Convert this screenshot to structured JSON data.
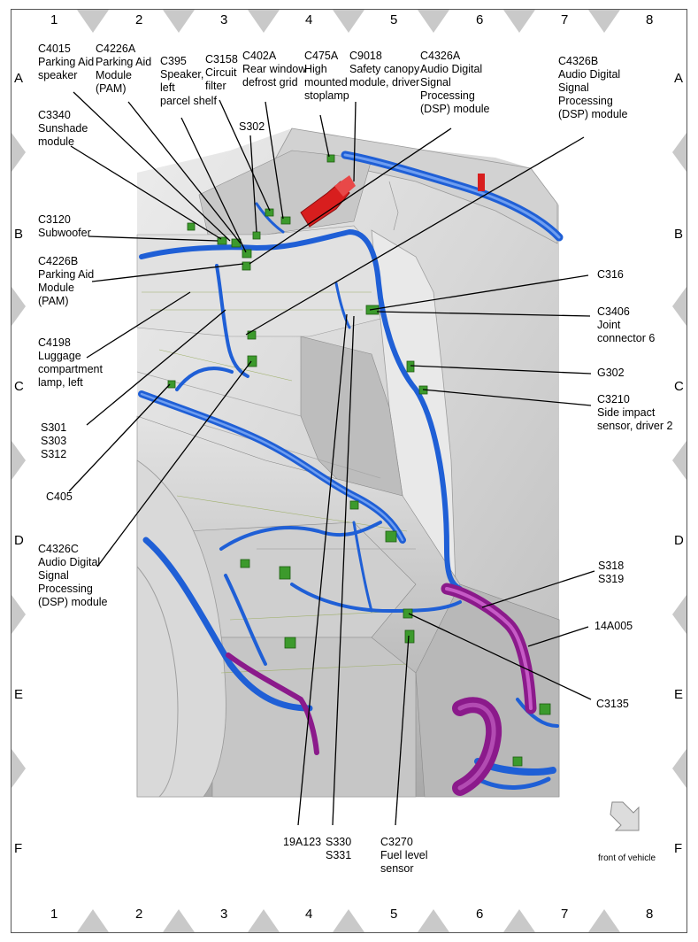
{
  "grid": {
    "columns": [
      "1",
      "2",
      "3",
      "4",
      "5",
      "6",
      "7",
      "8"
    ],
    "rows": [
      "A",
      "B",
      "C",
      "D",
      "E",
      "F"
    ]
  },
  "callouts": [
    {
      "id": "c4015",
      "text": "C4015\nParking Aid\nspeaker"
    },
    {
      "id": "c4226a",
      "text": "C4226A\nParking Aid\nModule\n(PAM)"
    },
    {
      "id": "c395",
      "text": "C395\nSpeaker,\nleft\nparcel shelf"
    },
    {
      "id": "c3158",
      "text": "C3158\nCircuit\nfilter"
    },
    {
      "id": "c402a",
      "text": "C402A\nRear window\ndefrost grid"
    },
    {
      "id": "c475a",
      "text": "C475A\nHigh\nmounted\nstoplamp"
    },
    {
      "id": "c9018",
      "text": "C9018\nSafety canopy\nmodule, driver"
    },
    {
      "id": "c4326a",
      "text": "C4326A\nAudio Digital\nSignal\nProcessing\n(DSP) module"
    },
    {
      "id": "c4326b",
      "text": "C4326B\nAudio Digital\nSignal\nProcessing\n(DSP) module"
    },
    {
      "id": "c3340",
      "text": "C3340\nSunshade\nmodule"
    },
    {
      "id": "s302",
      "text": "S302"
    },
    {
      "id": "c3120",
      "text": "C3120\nSubwoofer"
    },
    {
      "id": "c4226b",
      "text": "C4226B\nParking Aid\nModule\n(PAM)"
    },
    {
      "id": "c316",
      "text": "C316"
    },
    {
      "id": "c3406",
      "text": "C3406\nJoint\nconnector 6"
    },
    {
      "id": "c4198",
      "text": "C4198\nLuggage\ncompartment\nlamp, left"
    },
    {
      "id": "g302",
      "text": "G302"
    },
    {
      "id": "c3210",
      "text": "C3210\nSide impact\nsensor, driver 2"
    },
    {
      "id": "s301",
      "text": "S301\nS303\nS312"
    },
    {
      "id": "c405",
      "text": "C405"
    },
    {
      "id": "c4326c",
      "text": "C4326C\nAudio Digital\nSignal\nProcessing\n(DSP) module"
    },
    {
      "id": "s318",
      "text": "S318\nS319"
    },
    {
      "id": "14a005",
      "text": "14A005"
    },
    {
      "id": "c3135",
      "text": "C3135"
    },
    {
      "id": "19a123",
      "text": "19A123"
    },
    {
      "id": "s330",
      "text": "S330\nS331"
    },
    {
      "id": "c3270",
      "text": "C3270\nFuel level\nsensor"
    }
  ],
  "compass": {
    "label": "front of vehicle"
  },
  "colors": {
    "harness_blue": "#1f5fd6",
    "harness_purple": "#8b1a8b",
    "connector_green": "#3c9a2c",
    "stoplamp_red": "#d81e1e",
    "border_triangle": "#c9c9c9"
  }
}
